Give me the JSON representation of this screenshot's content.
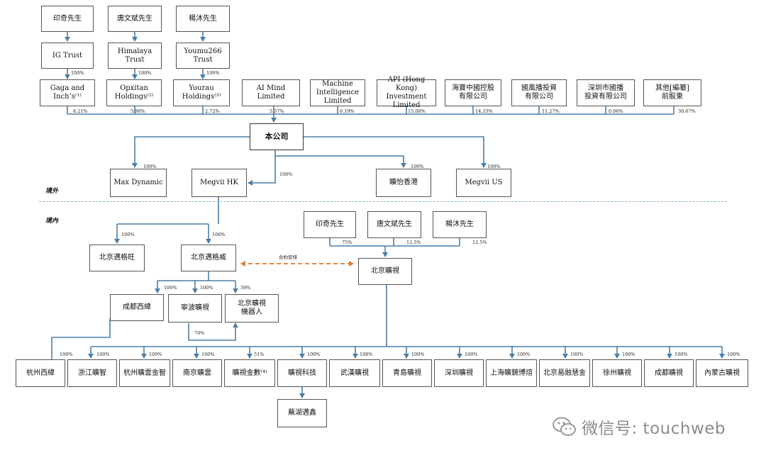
{
  "regions": {
    "offshore": "境外",
    "onshore": "境內"
  },
  "founders": [
    "印奇先生",
    "唐文斌先生",
    "楊沐先生"
  ],
  "trusts": [
    "IG Trust",
    "Himalaya Trust",
    "Youmu266 Trust"
  ],
  "trust_pct": [
    "100%",
    "100%",
    "100%"
  ],
  "shareholders": [
    "Gaga and Inch’s⁽¹⁾",
    "Opxitan\nHoldings⁽²⁾",
    "Yourau\nHoldings⁽³⁾",
    "AI Mind\nLimited",
    "Machine\nIntelligence\nLimited",
    "API (Hong Kong)\nInvestment\nLimited",
    "海寶中國控股\n有限公司",
    "國風播投資\n有限公司",
    "深圳市國播\n投資有限公司",
    "其他[編纂]\n前股東"
  ],
  "shareholder_pct": [
    "8.21%",
    "5.90%",
    "2.72%",
    "5.57%",
    "6.19%",
    "15.08%",
    "14.33%",
    "11.27%",
    "0.06%",
    "30.67%"
  ],
  "company": "本公司",
  "offshore_subs": [
    "Max Dynamic",
    "Megvii HK",
    "曠怡香港",
    "Megvii US"
  ],
  "offshore_pct": [
    "100%",
    "100%",
    "100%",
    "100%"
  ],
  "onshore": {
    "wfoe_left": "北京邁格旺",
    "wfoe_main": "北京邁格威",
    "wfoe_pct": [
      "100%",
      "100%"
    ],
    "contract_label": "合約安排",
    "vie": "北京曠視",
    "vie_holders": [
      "印奇先生",
      "唐文斌先生",
      "楊沐先生"
    ],
    "vie_holder_pct": [
      "75%",
      "12.5%",
      "12.5%"
    ],
    "second_tier": [
      "成都西緯",
      "寧波曠視",
      "北京曠視\n機器人"
    ],
    "second_tier_pct": [
      "100%",
      "100%",
      "39%"
    ],
    "robot_pct": "70%",
    "bottom_row": [
      "杭州西緯",
      "浙江曠智",
      "杭州曠雲金智",
      "南京曠雲",
      "曠視金數⁽⁴⁾",
      "曠視科技",
      "武漢曠視",
      "青島曠視",
      "深圳曠視",
      "上海曠鏡博煊",
      "北京易融慧金",
      "徐州曠視",
      "成都曠視",
      "內蒙古曠視"
    ],
    "bottom_pct": [
      "100%",
      "100%",
      "100%",
      "100%",
      "51%",
      "100%",
      "100%",
      "100%",
      "100%",
      "100%",
      "100%",
      "100%",
      "100%",
      "100%"
    ],
    "sub_of_tech": "蕪湖邁鑫"
  },
  "watermark": "微信号: touchweb"
}
